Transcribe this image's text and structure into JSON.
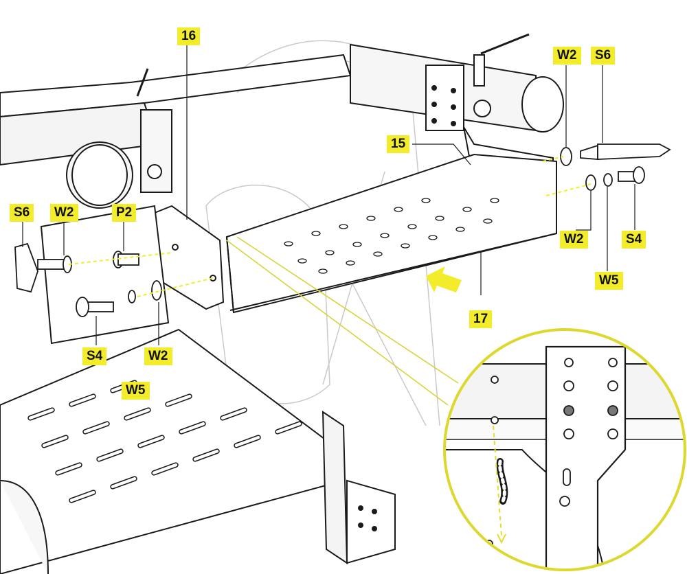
{
  "figure": {
    "accent_color": "#f2ec2a",
    "line_color": "#1a1a1a",
    "callouts": {
      "c16": "16",
      "c15": "15",
      "c17": "17",
      "s6_right": "S6",
      "w2_right_top": "W2",
      "w2_right_bottom": "W2",
      "s4_right": "S4",
      "w5_right": "W5",
      "s6_left": "S6",
      "w2_left_top": "W2",
      "p2_left": "P2",
      "s4_left": "S4",
      "w2_left_bottom": "W2",
      "w5_left": "W5"
    },
    "detail_view": "magnified-bracket-detail",
    "direction_arrow": "yellow-arrow-icon"
  }
}
